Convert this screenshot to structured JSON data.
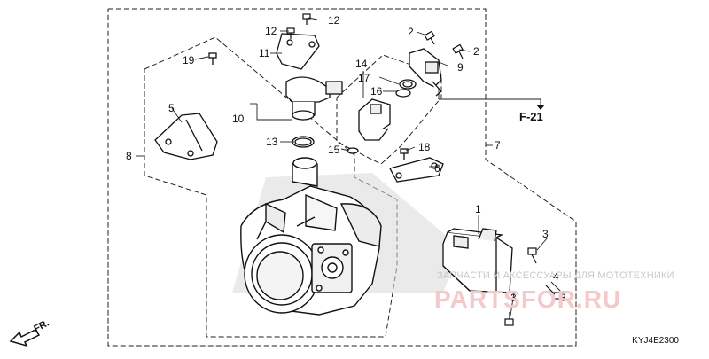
{
  "diagram": {
    "parts": {
      "p1": "1",
      "p2a": "2",
      "p2b": "2",
      "p3a": "3",
      "p3b": "3",
      "p3c": "3",
      "p4": "4",
      "p5": "5",
      "p6": "6",
      "p7": "7",
      "p8": "8",
      "p9": "9",
      "p10": "10",
      "p11": "11",
      "p12a": "12",
      "p12b": "12",
      "p13": "13",
      "p14": "14",
      "p15": "15",
      "p16": "16",
      "p17": "17",
      "p18": "18",
      "p19": "19"
    },
    "reference": "F-21",
    "front_arrow": "FR.",
    "diagram_code": "KYJ4E2300",
    "watermark_text": "ЗАПЧАСТИ И АКСЕССУАРЫ ДЛЯ МОТОТЕХНИКИ",
    "watermark_logo": "PARTSFOR.RU"
  }
}
